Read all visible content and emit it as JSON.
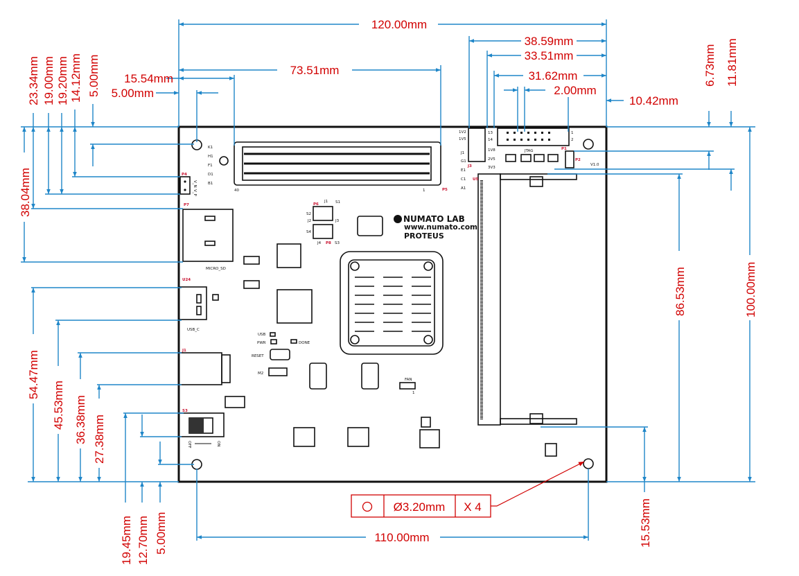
{
  "colors": {
    "dimension_text": "#d10000",
    "dimension_line": "#1f86c8",
    "board_outline": "#111111"
  },
  "dimensions": {
    "top": [
      "120.00mm",
      "73.51mm",
      "15.54mm",
      "5.00mm",
      "38.59mm",
      "33.51mm",
      "31.62mm",
      "2.00mm",
      "10.42mm"
    ],
    "left_upper": [
      "23.34mm",
      "19.00mm",
      "19.20mm",
      "14.12mm",
      "5.00mm",
      "38.04mm"
    ],
    "left_lower": [
      "54.47mm",
      "45.53mm",
      "36.38mm",
      "27.38mm",
      "19.45mm",
      "12.70mm",
      "5.00mm"
    ],
    "right": [
      "6.73mm",
      "11.81mm",
      "86.53mm",
      "100.00mm",
      "15.53mm"
    ],
    "bottom": [
      "110.00mm"
    ]
  },
  "hole_callout": {
    "symbol": "circle-icon",
    "diameter": "Ø3.20mm",
    "count": "X 4"
  },
  "board": {
    "brand": [
      "NUMATO LAB",
      "www.numato.com",
      "PROTEUS"
    ],
    "labels": [
      "K1",
      "H1",
      "F1",
      "D1",
      "B1",
      "P4",
      "V_N",
      "V_P",
      "P7",
      "MICRO_SD",
      "U24",
      "USB_C",
      "J1",
      "S3",
      "OFF",
      "ON",
      "M2",
      "RESET",
      "USB",
      "PWR",
      "DONE",
      "FAN",
      "1",
      "40",
      "1",
      "P5",
      "J3",
      "1V2",
      "1V5",
      "J1",
      "G1",
      "E1",
      "C1",
      "A1",
      "13",
      "14",
      "1V8",
      "2V5",
      "3V3",
      "JTAG",
      "P1",
      "P2",
      "V1.0",
      "1",
      "2",
      "P6",
      "P8",
      "S1",
      "S2",
      "S3",
      "S4",
      "J1",
      "J2",
      "J3",
      "J4",
      "U5"
    ]
  }
}
